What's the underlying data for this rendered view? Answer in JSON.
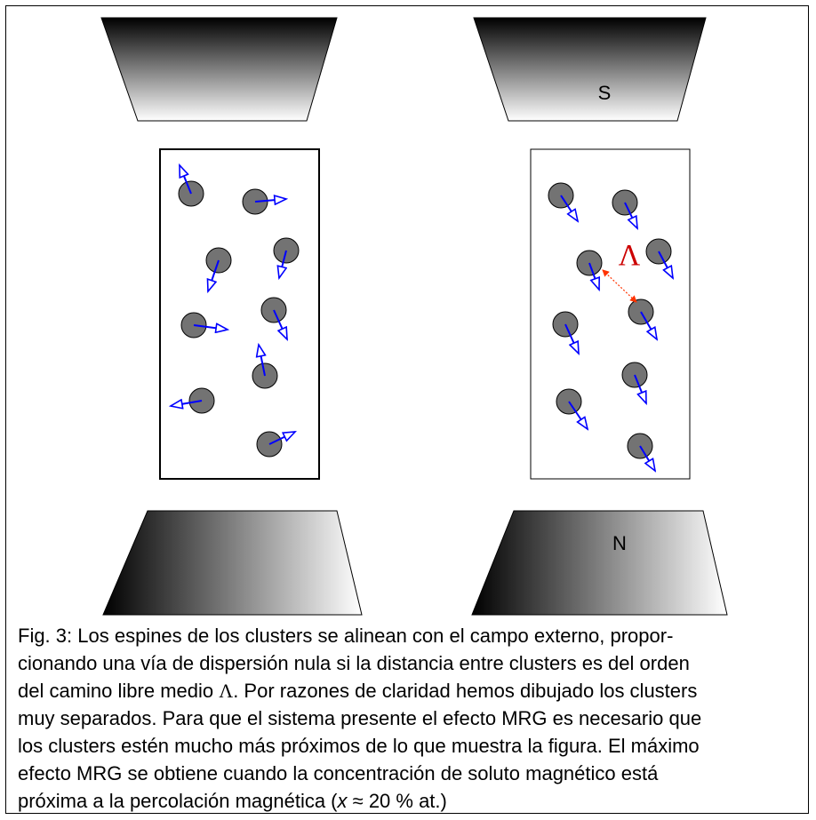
{
  "figure": {
    "magnet_labels": {
      "south": "S",
      "north": "N"
    },
    "lambda_symbol": "Λ",
    "colors": {
      "pole_dark": "#000000",
      "pole_light": "#ffffff",
      "cluster_fill": "#737373",
      "spin_arrow": "#0000ff",
      "lambda": "#cc0000",
      "distance_arrow": "#ff3300"
    },
    "panels": [
      {
        "name": "zero-field",
        "spin_direction": "random"
      },
      {
        "name": "applied-field",
        "spin_direction": "aligned with field"
      }
    ]
  },
  "caption": {
    "line1": "Fig. 3: Los espines de los clusters se alinean con el campo externo, propor-",
    "line2": "cionando una vía de dispersión nula si la distancia entre clusters es del orden",
    "line3a": "del camino libre medio ",
    "line3_symbol": "Λ",
    "line3b": ". Por razones de claridad hemos dibujado los clusters",
    "line4": "muy separados. Para que el sistema presente el efecto MRG es necesario que",
    "line5": "los clusters estén mucho más próximos de lo que muestra la figura. El máximo",
    "line6": "efecto MRG se obtiene cuando la concentración de soluto magnético está",
    "line7a": "próxima a la percolación magnética (",
    "line7_var": "x",
    "line7b": " ≈ 20 % at.)"
  }
}
